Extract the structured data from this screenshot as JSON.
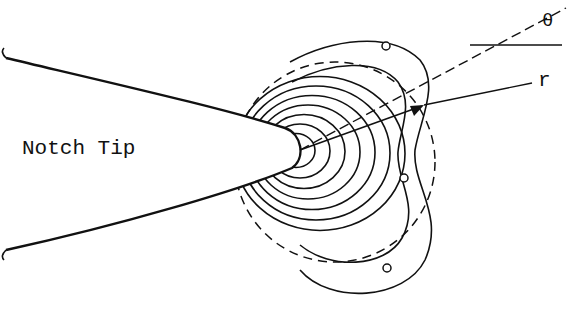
{
  "diagram": {
    "labels": [
      "Notch Tip",
      "θ",
      "r"
    ]
  }
}
